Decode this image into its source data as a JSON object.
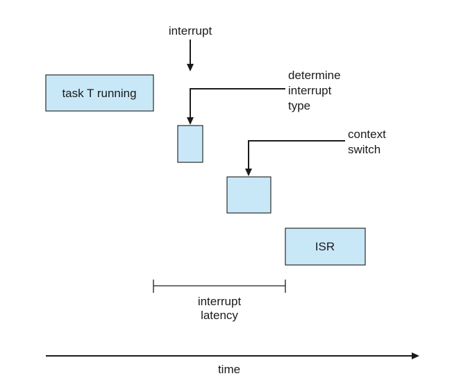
{
  "colors": {
    "box_fill": "#c8e8f8",
    "line": "#1a1a1a"
  },
  "labels": {
    "interrupt": "interrupt",
    "task_running": "task T running",
    "determine_line1": "determine",
    "determine_line2": "interrupt",
    "determine_line3": "type",
    "context_line1": "context",
    "context_line2": "switch",
    "isr": "ISR",
    "latency_line1": "interrupt",
    "latency_line2": "latency",
    "time": "time"
  }
}
